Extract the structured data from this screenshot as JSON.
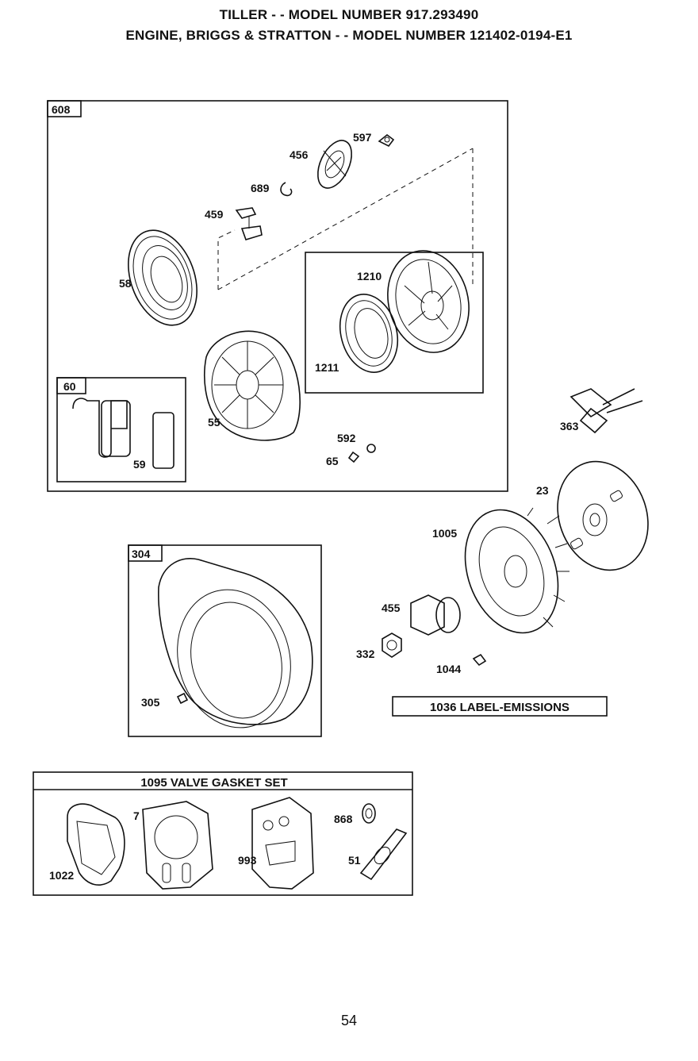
{
  "header": {
    "line1": "TILLER - - MODEL NUMBER 917.293490",
    "line2": "ENGINE, BRIGGS & STRATTON - - MODEL NUMBER 121402-0194-E1"
  },
  "boxes": {
    "b608": "608",
    "b60": "60",
    "b304": "304"
  },
  "parts": {
    "p597": "597",
    "p456": "456",
    "p689": "689",
    "p459": "459",
    "p58": "58",
    "p1210": "1210",
    "p1211": "1211",
    "p55": "55",
    "p59": "59",
    "p592": "592",
    "p65": "65",
    "p363": "363",
    "p23": "23",
    "p1005": "1005",
    "p455": "455",
    "p332": "332",
    "p1044": "1044",
    "p305": "305",
    "p7": "7",
    "p868": "868",
    "p993": "993",
    "p51": "51",
    "p1022": "1022"
  },
  "banners": {
    "label_emissions": "1036 LABEL-EMISSIONS",
    "valve_gasket_set": "1095 VALVE GASKET SET"
  },
  "page_number": "54"
}
